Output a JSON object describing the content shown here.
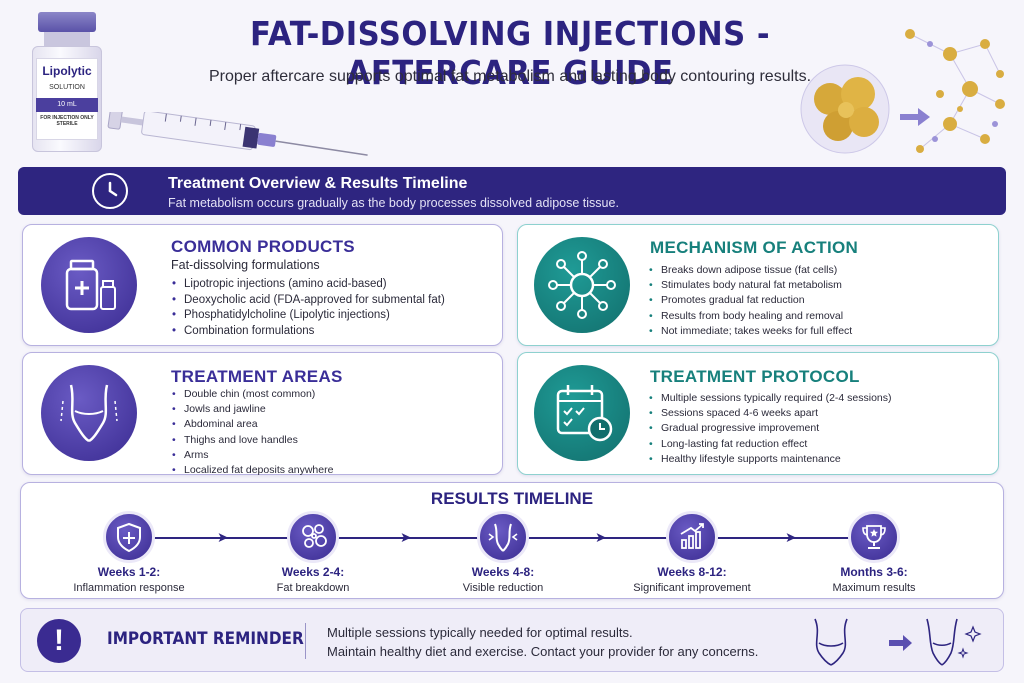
{
  "header": {
    "title": "FAT-DISSOLVING INJECTIONS - AFTERCARE GUIDE",
    "subtitle": "Proper aftercare supports optimal fat metabolism and lasting body contouring results."
  },
  "vial": {
    "name": "Lipolytic",
    "solution": "SOLUTION",
    "volume": "10 mL",
    "note_line1": "FOR INJECTION ONLY",
    "note_line2": "STERILE"
  },
  "overview": {
    "title": "Treatment Overview & Results Timeline",
    "text": "Fat metabolism occurs gradually as the body processes dissolved adipose tissue."
  },
  "cards": {
    "products": {
      "title": "COMMON PRODUCTS",
      "subtitle": "Fat-dissolving formulations",
      "items": [
        "Lipotropic injections (amino acid-based)",
        "Deoxycholic acid (FDA-approved for submental fat)",
        "Phosphatidylcholine (Lipolytic injections)",
        "Combination formulations"
      ]
    },
    "mechanism": {
      "title": "MECHANISM OF ACTION",
      "items": [
        "Breaks down adipose tissue (fat cells)",
        "Stimulates body natural fat metabolism",
        "Promotes gradual fat reduction",
        "Results from body healing and removal",
        "Not immediate; takes weeks for full effect"
      ]
    },
    "areas": {
      "title": "TREATMENT AREAS",
      "items": [
        "Double chin (most common)",
        "Jowls and jawline",
        "Abdominal area",
        "Thighs and love handles",
        "Arms",
        "Localized fat deposits anywhere"
      ]
    },
    "protocol": {
      "title": "TREATMENT PROTOCOL",
      "items": [
        "Multiple sessions typically required (2-4 sessions)",
        "Sessions spaced 4-6 weeks apart",
        "Gradual progressive improvement",
        "Long-lasting fat reduction effect",
        "Healthy lifestyle supports maintenance"
      ]
    }
  },
  "timeline": {
    "title": "RESULTS TIMELINE",
    "steps": [
      {
        "label": "Weeks 1-2:",
        "desc": "Inflammation response",
        "icon": "shield-plus-icon"
      },
      {
        "label": "Weeks 2-4:",
        "desc": "Fat breakdown",
        "icon": "fat-cells-icon"
      },
      {
        "label": "Weeks 4-8:",
        "desc": "Visible reduction",
        "icon": "waist-icon"
      },
      {
        "label": "Weeks 8-12:",
        "desc": "Significant improvement",
        "icon": "bar-chart-icon"
      },
      {
        "label": "Months 3-6:",
        "desc": "Maximum results",
        "icon": "trophy-icon"
      }
    ]
  },
  "reminder": {
    "title": "IMPORTANT REMINDER",
    "line1": "Multiple sessions typically needed for optimal results.",
    "line2": "Maintain healthy diet and exercise. Contact your provider for any concerns."
  },
  "colors": {
    "primary": "#2e2580",
    "purple": "#3a2b91",
    "teal": "#17807c",
    "background": "#f6f5fb"
  }
}
